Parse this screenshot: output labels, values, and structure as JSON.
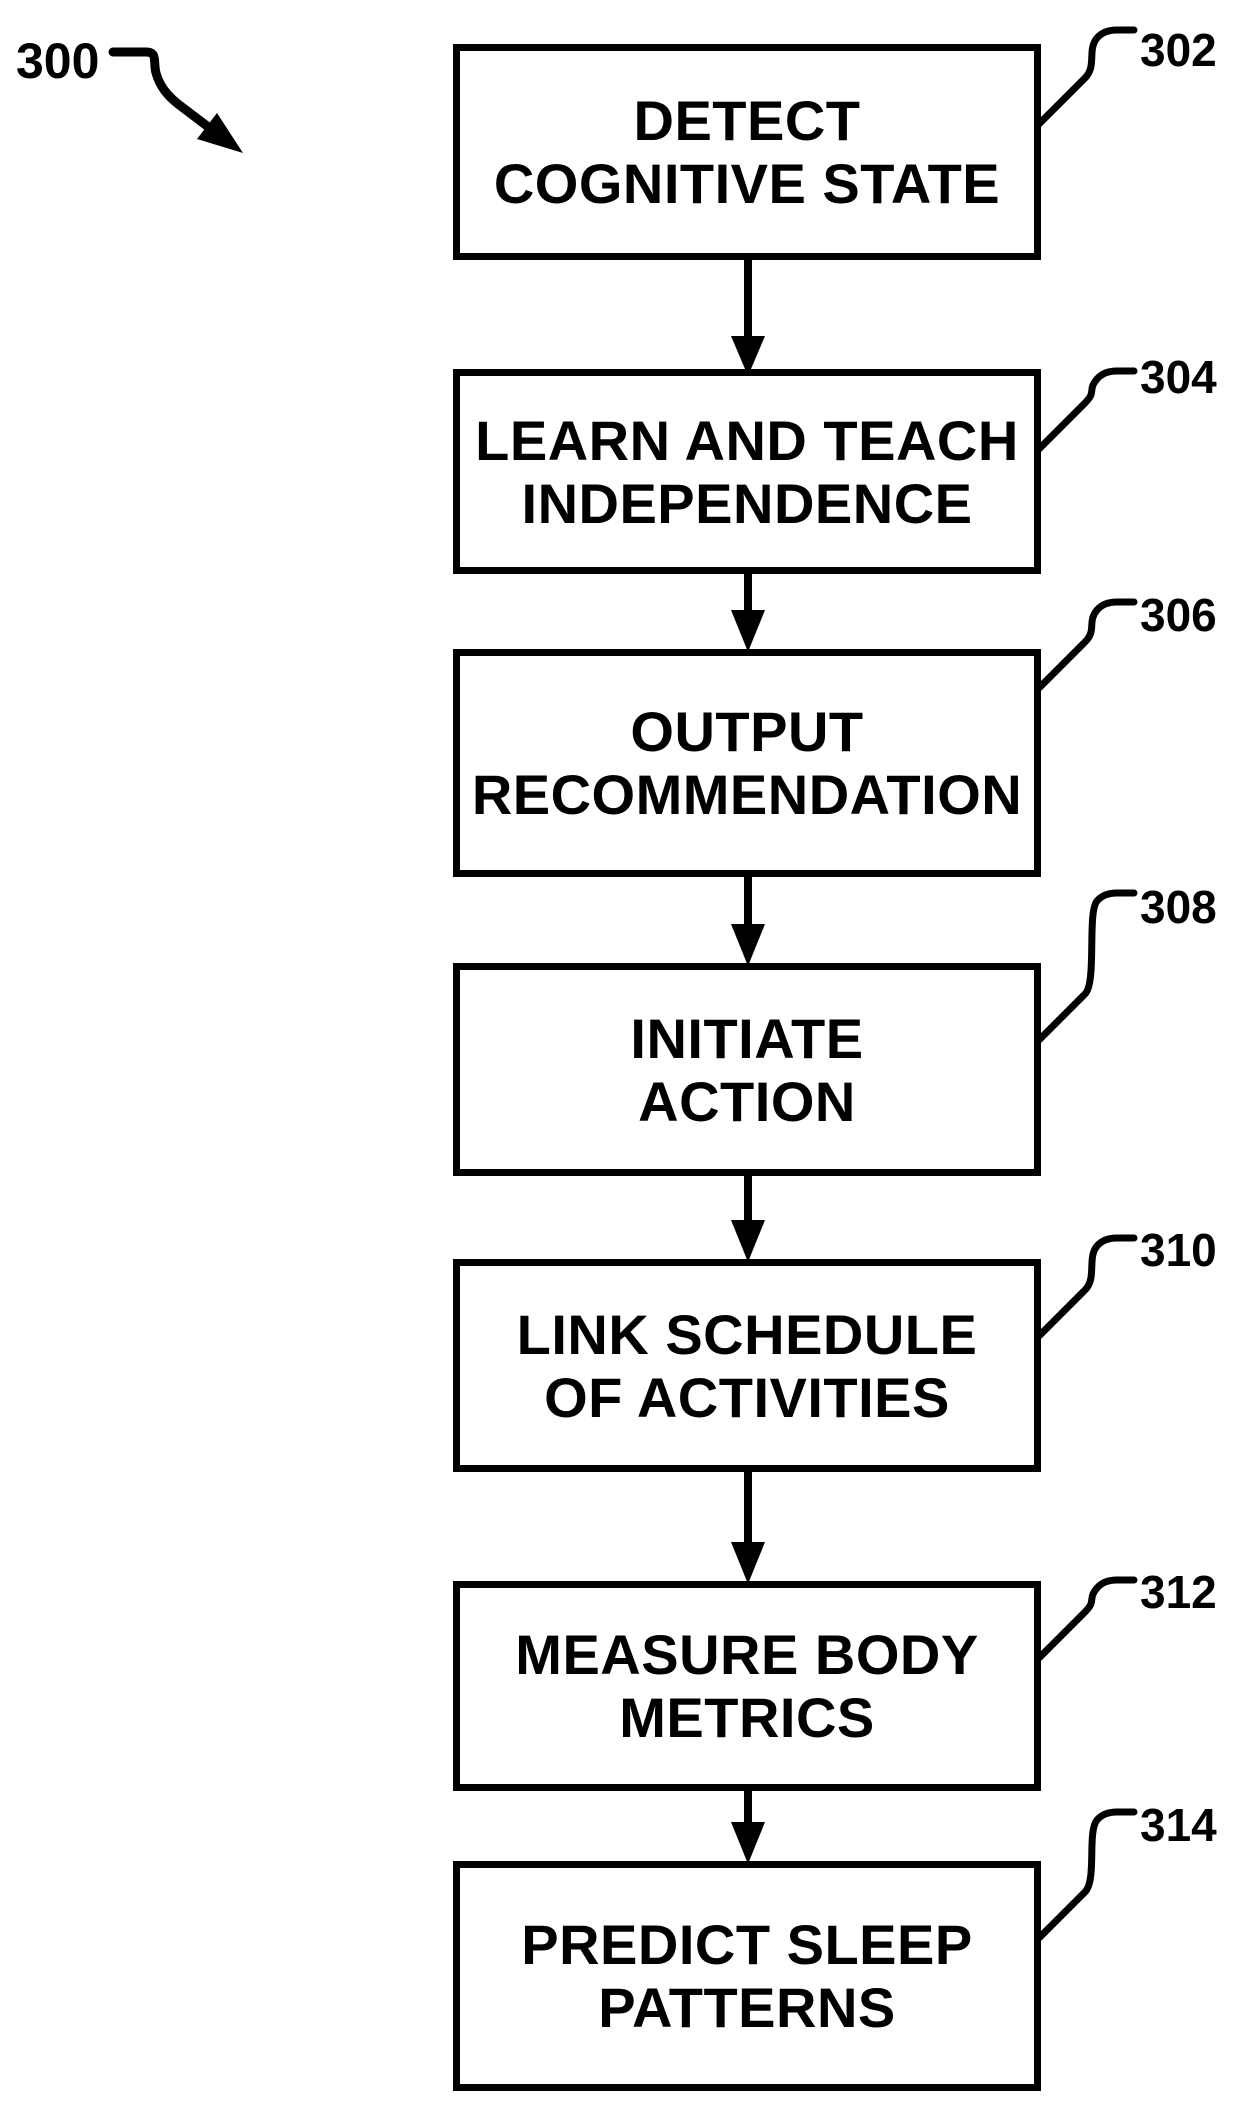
{
  "figure": {
    "label": "300"
  },
  "steps": [
    {
      "ref": "302",
      "lines": [
        "DETECT",
        "COGNITIVE STATE"
      ]
    },
    {
      "ref": "304",
      "lines": [
        "LEARN AND TEACH",
        "INDEPENDENCE"
      ]
    },
    {
      "ref": "306",
      "lines": [
        "OUTPUT",
        "RECOMMENDATION"
      ]
    },
    {
      "ref": "308",
      "lines": [
        "INITIATE",
        "ACTION"
      ]
    },
    {
      "ref": "310",
      "lines": [
        "LINK SCHEDULE",
        "OF ACTIVITIES"
      ]
    },
    {
      "ref": "312",
      "lines": [
        "MEASURE BODY",
        "METRICS"
      ]
    },
    {
      "ref": "314",
      "lines": [
        "PREDICT SLEEP",
        "PATTERNS"
      ]
    }
  ],
  "icons": {
    "flow_connector": "down-arrow",
    "figure_pointer": "curved-arrow-down-right",
    "leader": "squiggle-leader-line"
  },
  "colors": {
    "ink": "#000000",
    "background": "#ffffff"
  }
}
